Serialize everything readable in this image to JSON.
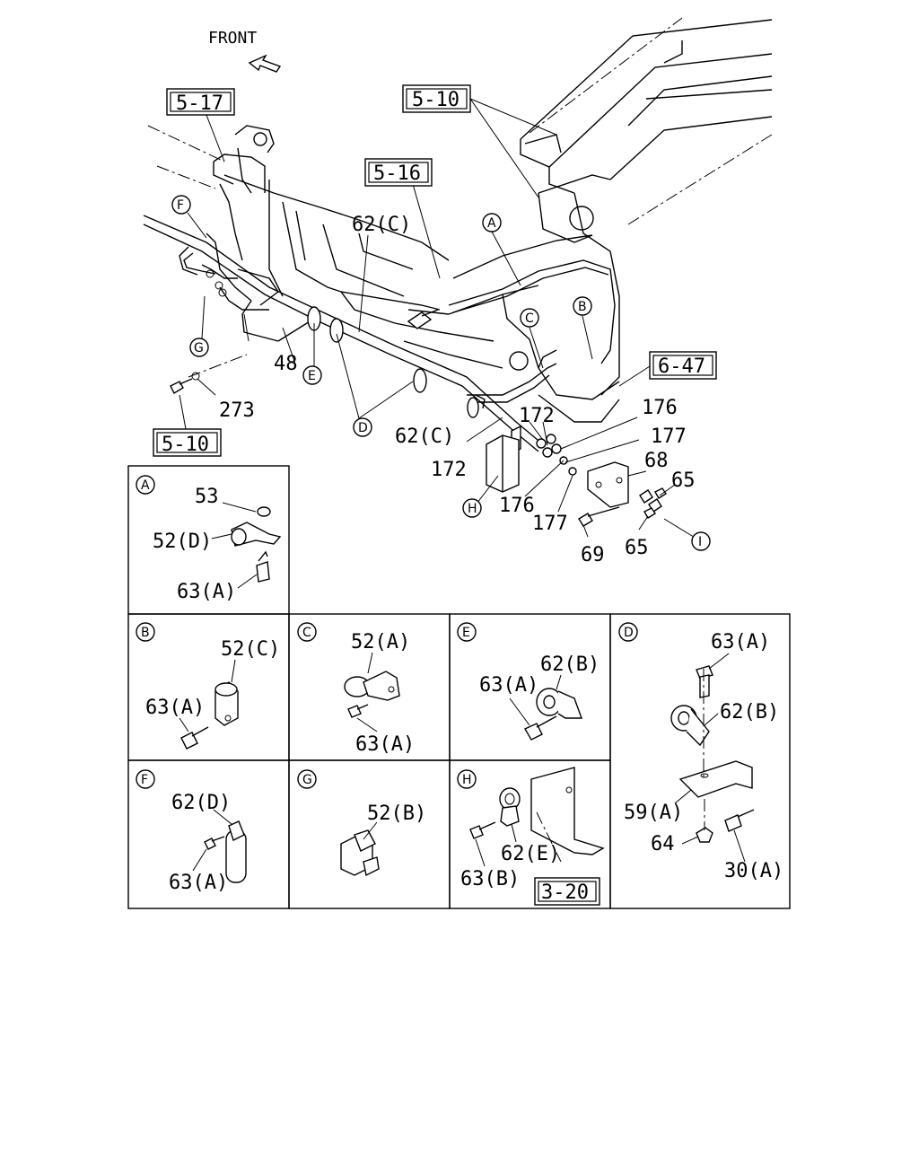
{
  "front_label": "FRONT",
  "refs": {
    "r517": "5-17",
    "r510a": "5-10",
    "r516": "5-16",
    "r647": "6-47",
    "r510b": "5-10",
    "r320": "3-20"
  },
  "main_labels": {
    "p62c_top": "62(C)",
    "p48": "48",
    "p273": "273",
    "p176_top": "176",
    "p177_top": "177",
    "p172_top": "172",
    "p62c_bottom": "62(C)",
    "p172_bottom": "172",
    "p176_bottom": "176",
    "p177_bottom": "177",
    "p68": "68",
    "p65_top": "65",
    "p65_bottom": "65",
    "p69": "69"
  },
  "callouts": {
    "A": "A",
    "B": "B",
    "C": "C",
    "D": "D",
    "E": "E",
    "F": "F",
    "G": "G",
    "H": "H",
    "I": "I"
  },
  "panels": {
    "A": {
      "tag": "A",
      "l1": "53",
      "l2": "52(D)",
      "l3": "63(A)"
    },
    "B": {
      "tag": "B",
      "l1": "52(C)",
      "l2": "63(A)"
    },
    "C": {
      "tag": "C",
      "l1": "52(A)",
      "l2": "63(A)"
    },
    "E": {
      "tag": "E",
      "l1": "62(B)",
      "l2": "63(A)"
    },
    "D": {
      "tag": "D",
      "l1": "63(A)",
      "l2": "62(B)",
      "l3": "59(A)",
      "l4": "64",
      "l5": "30(A)"
    },
    "F": {
      "tag": "F",
      "l1": "62(D)",
      "l2": "63(A)"
    },
    "G": {
      "tag": "G",
      "l1": "52(B)"
    },
    "H": {
      "tag": "H",
      "l1": "62(E)",
      "l2": "63(B)"
    }
  }
}
